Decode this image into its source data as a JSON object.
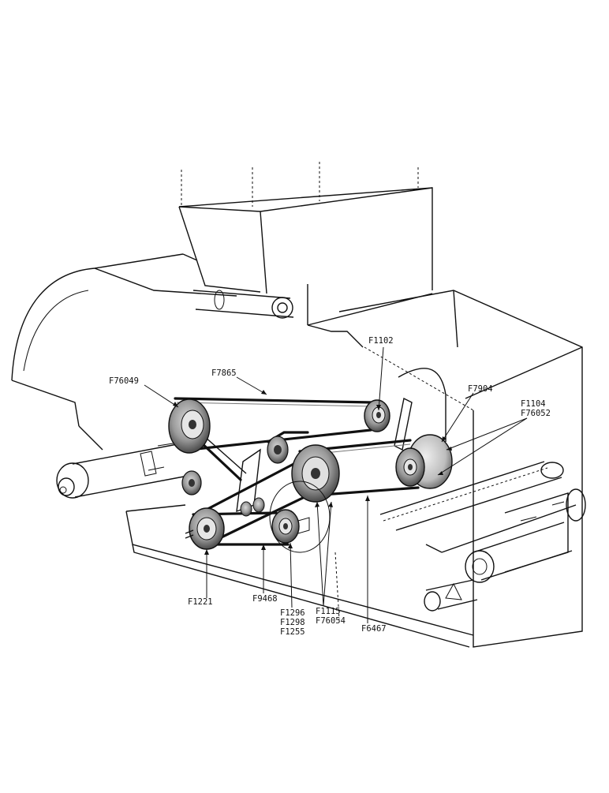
{
  "diagram": {
    "labels": {
      "f76049": "F76049",
      "f7865": "F7865",
      "f1102": "F1102",
      "f7904": "F7904",
      "f1104": "F1104",
      "f76052": "F76052",
      "f1221": "F1221",
      "f9468": "F9468",
      "f1296": "F1296",
      "f1298": "F1298",
      "f1255": "F1255",
      "f1115": "F1115",
      "f76054": "F76054",
      "f6467": "F6467"
    }
  }
}
